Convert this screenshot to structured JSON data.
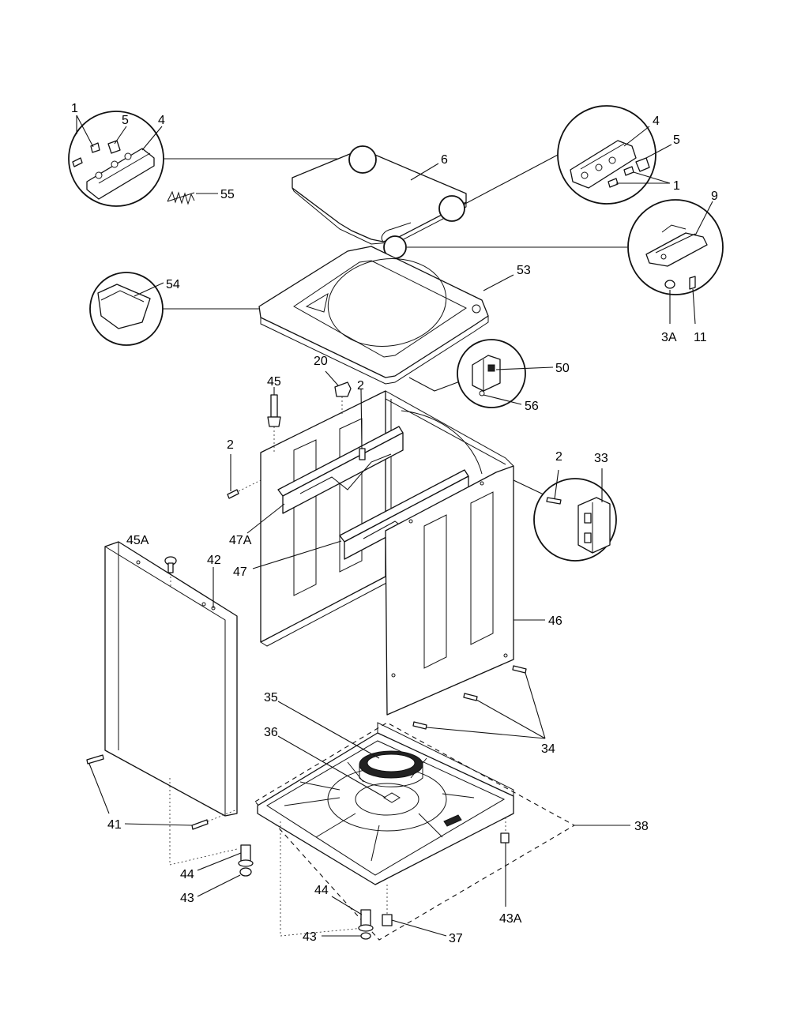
{
  "labels": {
    "l1a": "1",
    "l5a": "5",
    "l4a": "4",
    "l55": "55",
    "l6": "6",
    "l4b": "4",
    "l5b": "5",
    "l1b": "1",
    "l9": "9",
    "l54": "54",
    "l53": "53",
    "l3a": "3A",
    "l11": "11",
    "l20": "20",
    "l45": "45",
    "l2a": "2",
    "l50": "50",
    "l56": "56",
    "l2b": "2",
    "l2c": "2",
    "l33": "33",
    "l47a": "47A",
    "l45a": "45A",
    "l42": "42",
    "l47": "47",
    "l46": "46",
    "l35": "35",
    "l36": "36",
    "l34": "34",
    "l41": "41",
    "l38": "38",
    "l44a": "44",
    "l43a": "43",
    "l44b": "44",
    "l43b": "43",
    "l37": "37",
    "l43bA": "43A"
  }
}
